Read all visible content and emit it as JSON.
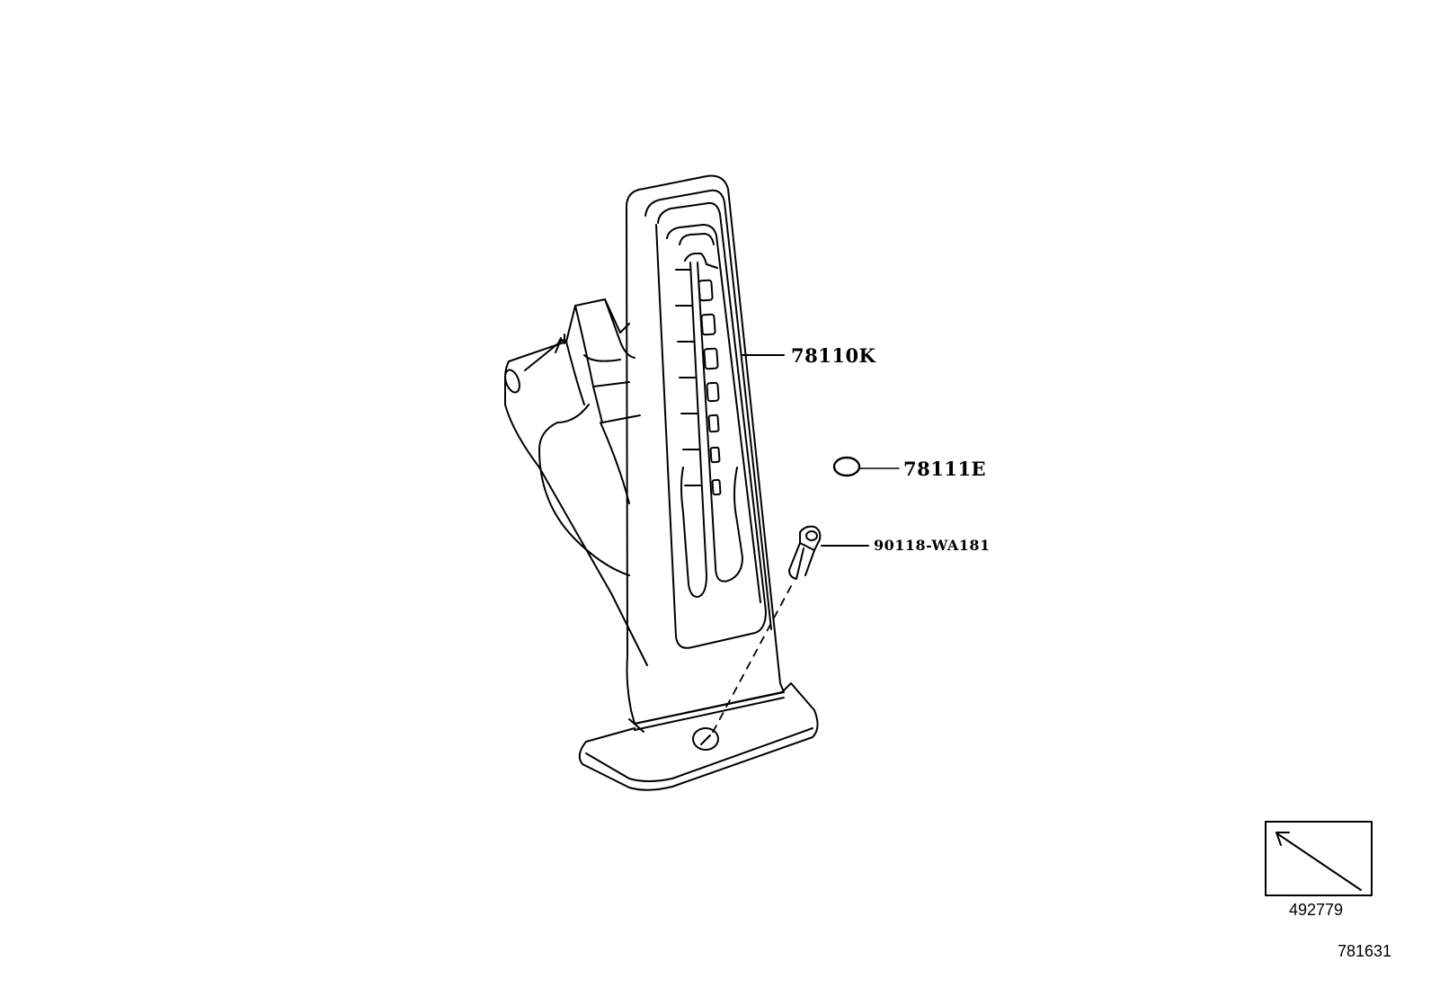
{
  "diagram": {
    "subject": "accelerator-pedal-assembly",
    "callouts": [
      {
        "id": "pedal",
        "part_number": "78110K"
      },
      {
        "id": "cap",
        "part_number": "78111E"
      },
      {
        "id": "bolt",
        "part_number": "90118-WA181"
      }
    ],
    "view_indicator": {
      "code": "492779"
    },
    "illustration_code": "781631",
    "colors": {
      "line": "#000000",
      "background": "#ffffff"
    }
  }
}
